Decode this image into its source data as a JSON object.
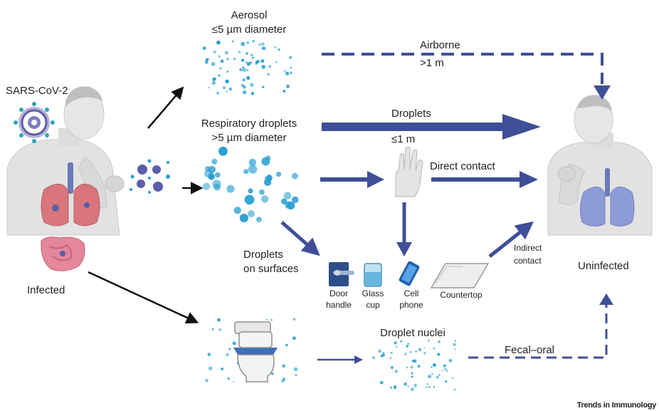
{
  "labels": {
    "virus": "SARS-CoV-2",
    "infected": "Infected",
    "uninfected": "Uninfected",
    "aerosol_title": "Aerosol",
    "aerosol_size": "≤5 µm diameter",
    "resp_title": "Respiratory droplets",
    "resp_size": ">5 µm diameter",
    "airborne": "Airborne",
    "airborne_dist": ">1 m",
    "droplets": "Droplets",
    "droplets_dist": "≤1 m",
    "direct_contact": "Direct contact",
    "indirect_1": "Indirect",
    "indirect_2": "contact",
    "surfaces_1": "Droplets",
    "surfaces_2": "on surfaces",
    "nuclei": "Droplet nuclei",
    "fecal_oral": "Fecal–oral",
    "credit": "Trends in Immunology"
  },
  "surfaces": [
    {
      "line1": "Door",
      "line2": "handle"
    },
    {
      "line1": "Glass",
      "line2": "cup"
    },
    {
      "line1": "Cell",
      "line2": "phone"
    },
    {
      "line1": "Countertop",
      "line2": ""
    }
  ],
  "colors": {
    "arrow_blue": "#3f4f97",
    "droplet_blue": "#2a9fd0",
    "skin": "#e2e2e2",
    "lung_infected": "#d96a73",
    "lung_healthy": "#7f8fd6",
    "gut": "#e4879a",
    "virus": "#5b5ea8"
  },
  "icons": [
    "virus-icon",
    "infected-person-icon",
    "uninfected-person-icon",
    "hand-icon",
    "door-handle-icon",
    "glass-cup-icon",
    "cell-phone-icon",
    "countertop-icon",
    "toilet-icon"
  ]
}
